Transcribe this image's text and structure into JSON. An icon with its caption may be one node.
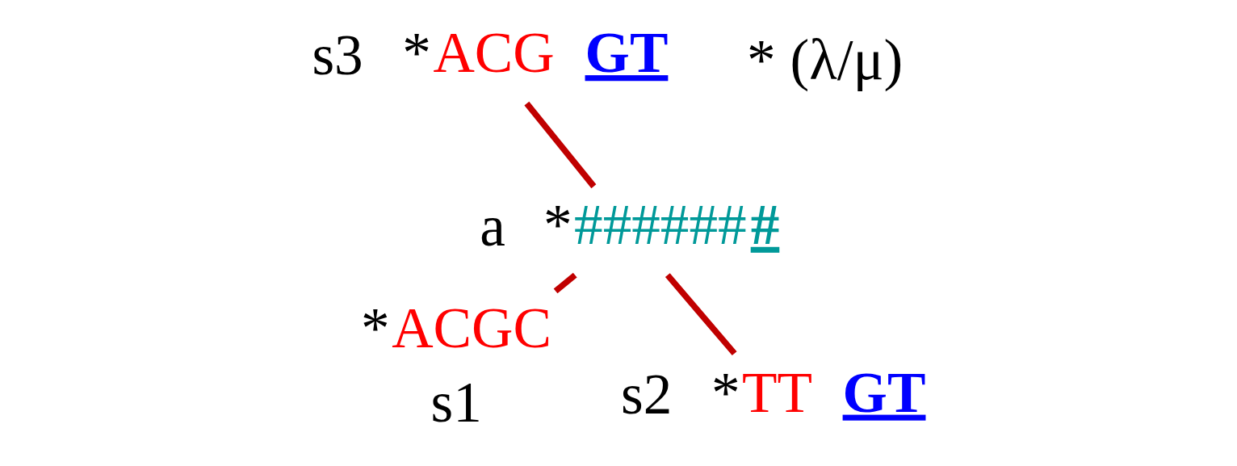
{
  "diagram": {
    "nodes": [
      {
        "text": [
          "s1"
        ],
        "beside": [
          "*ACGC"
        ]
      },
      {
        "text": [
          "s2"
        ],
        "beside": [
          "*TT",
          "GT"
        ]
      },
      {
        "text": [
          "a"
        ],
        "beside": [
          "*######**#**"
        ]
      },
      {
        "text": [
          "s3"
        ],
        "beside": [
          "*ACG",
          "GT"
        ]
      }
    ],
    "edges": [
      {
        "from": 0,
        "to": 2,
        "arrow": "none"
      },
      {
        "from": 1,
        "to": 2,
        "arrow": "none"
      },
      {
        "from": 2,
        "to": 3,
        "arrow": "none"
      }
    ],
    "labels": [
      "* (λ/μ)"
    ]
  }
}
